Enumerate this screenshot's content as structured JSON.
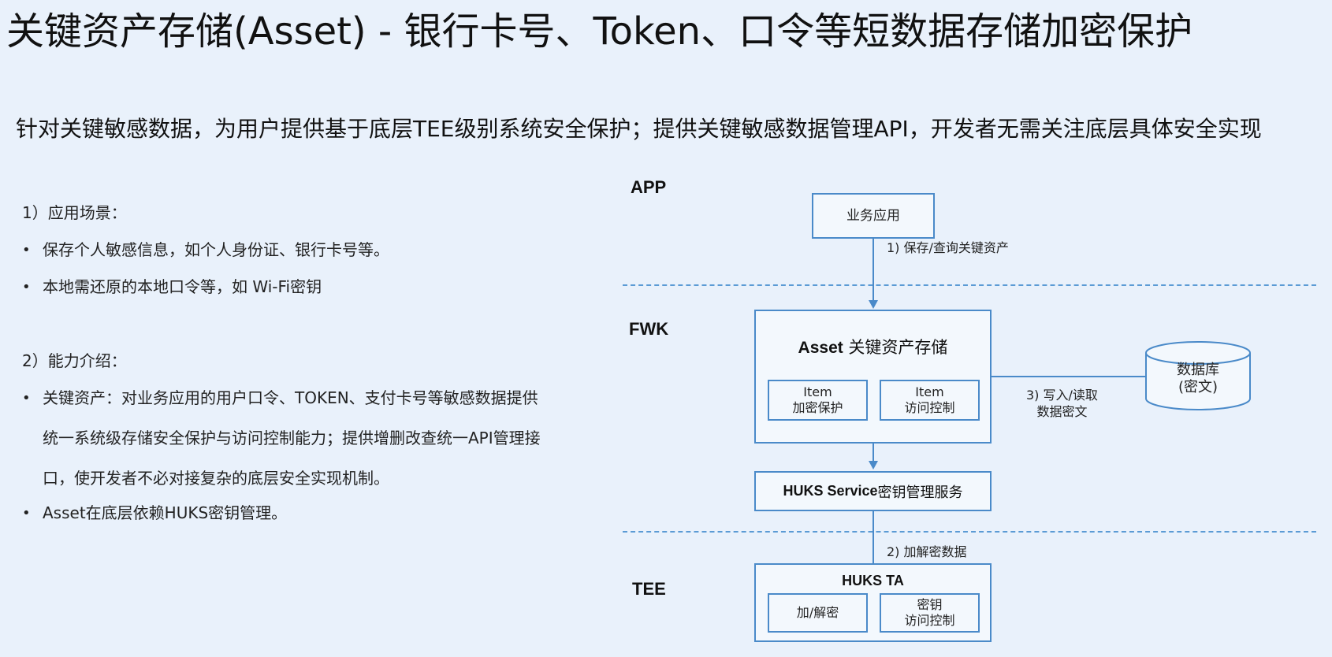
{
  "title": "关键资产存储(Asset) - 银行卡号、Token、口令等短数据存储加密保护",
  "subtitle": "针对关键敏感数据，为用户提供基于底层TEE级别系统安全保护；提供关键敏感数据管理API，开发者无需关注底层具体安全实现",
  "left": {
    "section1": {
      "heading": "1）应用场景：",
      "bullets": [
        "保存个人敏感信息，如个人身份证、银行卡号等。",
        "本地需还原的本地口令等，如 Wi-Fi密钥"
      ]
    },
    "section2": {
      "heading": "2）能力介绍：",
      "bullets": [
        "关键资产：对业务应用的用户口令、TOKEN、支付卡号等敏感数据提供统一系统级存储安全保护与访问控制能力；提供增删改查统一API管理接口，使开发者不必对接复杂的底层安全实现机制。",
        "Asset在底层依赖HUKS密钥管理。"
      ]
    }
  },
  "diagram": {
    "layers": {
      "app": "APP",
      "fwk": "FWK",
      "tee": "TEE"
    },
    "business_app": "业务应用",
    "step1": "1) 保存/查询关键资产",
    "asset": {
      "title_bold": "Asset",
      "title_rest": " 关键资产存储",
      "item1_line1": "Item",
      "item1_line2": "加密保护",
      "item2_line1": "Item",
      "item2_line2": "访问控制"
    },
    "step3_line1": "3) 写入/读取",
    "step3_line2": "数据密文",
    "database_line1": "数据库",
    "database_line2": "(密文)",
    "huks_service_bold": "HUKS Service",
    "huks_service_rest": " 密钥管理服务",
    "step2": "2) 加解密数据",
    "huks_ta": {
      "title": "HUKS TA",
      "item1": "加/解密",
      "item2_line1": "密钥",
      "item2_line2": "访问控制"
    }
  }
}
